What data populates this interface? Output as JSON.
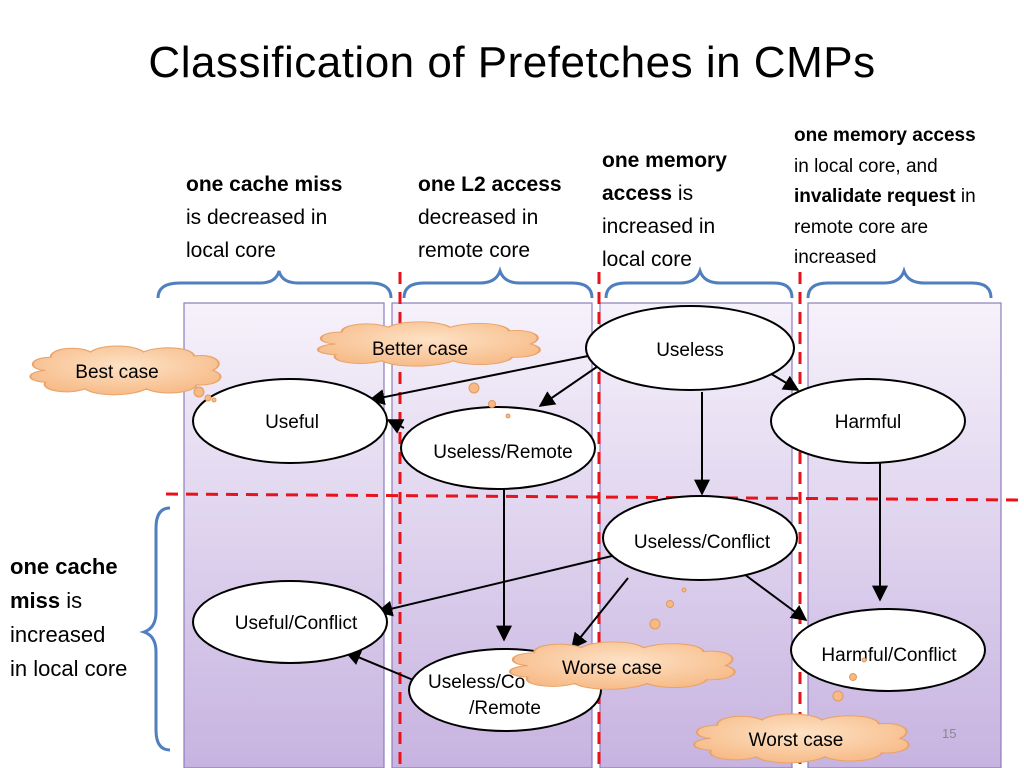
{
  "title": "Classification of Prefetches in CMPs",
  "columns": [
    {
      "bold": "one cache miss",
      "rest_lines": [
        "is decreased in",
        "local core"
      ]
    },
    {
      "bold": "one L2 access",
      "rest_lines": [
        "decreased in",
        "remote core"
      ]
    },
    {
      "bold_lines": [
        "one memory",
        "access"
      ],
      "bold_suffix": " is",
      "rest_lines": [
        "increased in",
        "local core"
      ]
    },
    {
      "bold": "one memory access",
      "line2": "in local core, and",
      "bold2": "invalidate request",
      "bold2_suffix": " in",
      "rest_lines": [
        "remote core are",
        "increased"
      ]
    }
  ],
  "left_note": {
    "bold_lines": [
      "one cache",
      "miss"
    ],
    "bold_suffix": " is",
    "rest_lines": [
      "increased",
      "in local core"
    ]
  },
  "nodes": {
    "useless": "Useless",
    "useful": "Useful",
    "useless_remote": "Useless/Remote",
    "harmful": "Harmful",
    "useless_conflict": "Useless/Conflict",
    "useful_conflict": "Useful/Conflict",
    "useless_conflict_remote_line1": "Useless/Co",
    "useless_conflict_remote_line2": "/Remote",
    "harmful_conflict": "Harmful/Conflict"
  },
  "clouds": {
    "best": "Best case",
    "better": "Better case",
    "worse": "Worse case",
    "worst": "Worst case"
  },
  "page_number": "15",
  "colors": {
    "panel_top": "#f4f0fa",
    "panel_bottom": "#c9b6e2",
    "panel_border": "#8a78b8",
    "brace": "#4f7fbf",
    "red_dash": "#e8121b",
    "cloud_fill": "#fbc99a",
    "cloud_stroke": "#e8a36a"
  }
}
